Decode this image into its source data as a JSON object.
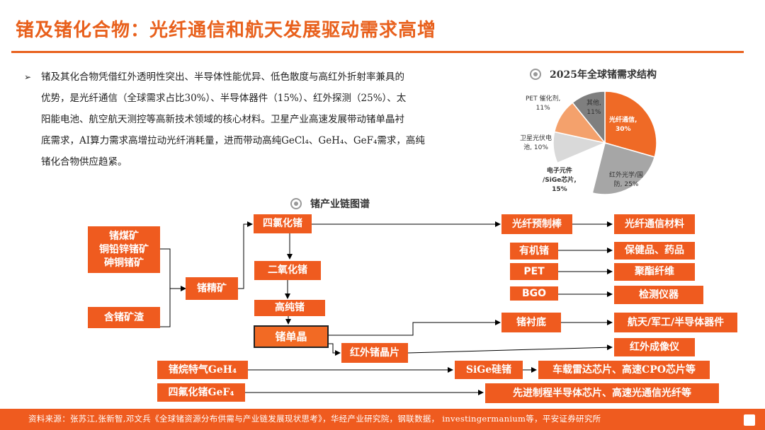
{
  "title": "锗及锗化合物：光纤通信和航天发展驱动需求高增",
  "intro": {
    "bullet": "➢",
    "line1": "锗及其化合物凭借红外透明性突出、半导体性能优异、低色散度与高红外折射率兼具的",
    "line2": "优势，是光纤通信（全球需求占比30%）、半导体器件（15%）、红外探测（25%）、太",
    "line3": "阳能电池、航空航天测控等高新技术领域的核心材料。卫星产业高速发展带动锗单晶衬",
    "line4": "底需求，AI算力需求高增拉动光纤消耗量，进而带动高纯GeCl₄、GeH₄、GeF₄需求，高纯",
    "line5": "锗化合物供应趋紧。"
  },
  "pie_section": {
    "heading": "2025年全球锗需求结构"
  },
  "chart_data": {
    "type": "pie",
    "title": "2025年全球锗需求结构",
    "slices": [
      {
        "name": "光纤通信",
        "value": 30,
        "label_pct": "30%",
        "color": "#ef6a26"
      },
      {
        "name": "红外光学/国防",
        "value": 25,
        "label_pct": "25%",
        "color": "#a6a6a6"
      },
      {
        "name": "电子元件/SiGe芯片",
        "value": 15,
        "label_pct": "15%",
        "color": "#ffffff"
      },
      {
        "name": "卫星光伏电池",
        "value": 10,
        "label_pct": "10%",
        "color": "#d9d9d9"
      },
      {
        "name": "PET 催化剂",
        "value": 11,
        "label_pct": "11%",
        "color": "#f4a16c"
      },
      {
        "name": "其他",
        "value": 11,
        "label_pct": "11%",
        "color": "#7f7f7f"
      }
    ],
    "labels": {
      "fiber": [
        "光纤通信,",
        "30%"
      ],
      "ir": [
        "红外光学/国",
        "防, 25%"
      ],
      "elec": [
        "电子元件",
        "/SiGe芯片,",
        "15%"
      ],
      "sat": [
        "卫星光伏电",
        "池, 10%"
      ],
      "pet": [
        "PET 催化剂,",
        "11%"
      ],
      "other": [
        "其他,",
        "11%"
      ]
    }
  },
  "chain_section": {
    "heading": "锗产业链图谱"
  },
  "nodes": {
    "ore1": [
      "锗煤矿",
      "铜铅锌锗矿",
      "砷铜锗矿"
    ],
    "ore2": "含锗矿渣",
    "concentrate": "锗精矿",
    "gecl4": "四氯化锗",
    "geo2": "二氧化锗",
    "pure": "高纯锗",
    "single": "锗单晶",
    "ir_wafer": "红外锗晶片",
    "preform": "光纤预制棒",
    "fiber_mat": "光纤通信材料",
    "organic": "有机锗",
    "health": "保健品、药品",
    "pet": "PET",
    "polyester": "聚酯纤维",
    "bgo": "BGO",
    "detector": "检测仪器",
    "substrate": "锗衬底",
    "aerospace": "航天/军工/半导体器件",
    "ir_imager": "红外成像仪",
    "geh4": "锗烷特气GeH₄",
    "sige": "SiGe硅锗",
    "radar": "车载雷达芯片、高速CPO芯片等",
    "gef4": "四氟化锗GeF₄",
    "advanced": "先进制程半导体芯片、高速光通信光纤等"
  },
  "footer": "资料来源：张苏江,张新智,邓文兵《全球锗资源分布供需与产业链发展现状思考》，华经产业研究院，钢联数据， investingermanium等，平安证券研究所"
}
